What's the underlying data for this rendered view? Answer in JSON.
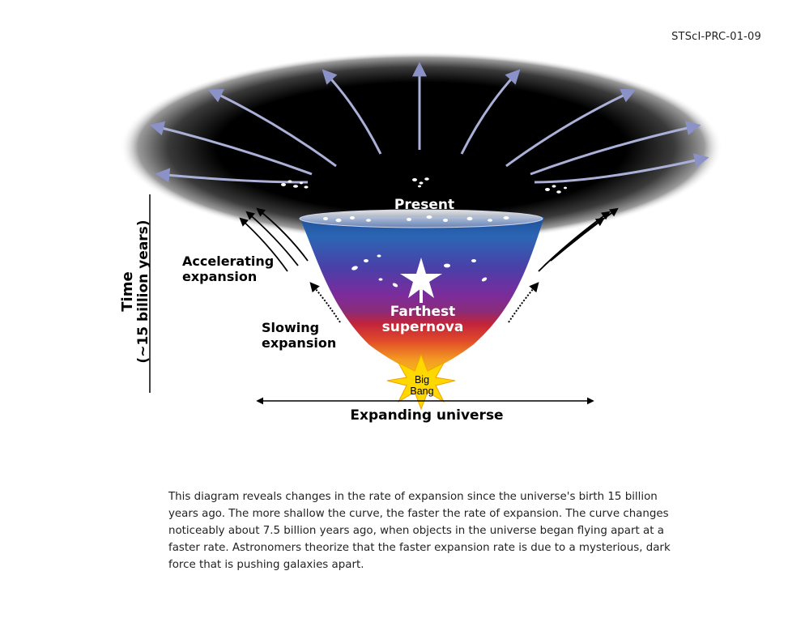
{
  "header": {
    "doc_id": "STScI-PRC-01-09"
  },
  "diagram": {
    "present_label": "Present",
    "supernova_label_line1": "Farthest",
    "supernova_label_line2": "supernova",
    "big_bang_line1": "Big",
    "big_bang_line2": "Bang",
    "accelerating_line1": "Accelerating",
    "accelerating_line2": "expansion",
    "slowing_line1": "Slowing",
    "slowing_line2": "expansion",
    "time_line1": "Time",
    "time_line2": "(~15 billion years)",
    "x_axis_label": "Expanding universe"
  },
  "caption": {
    "lines": [
      "This diagram reveals changes in the rate of expansion since the universe's birth 15 billion",
      "years ago. The more shallow the curve, the faster the rate of expansion. The curve changes",
      "noticeably about 7.5 billion years ago, when objects in the universe began flying apart at a",
      "faster rate. Astronomers theorize that the faster expansion rate is due to a mysterious, dark",
      "force that is pushing galaxies apart."
    ]
  },
  "colors": {
    "space": "#000000",
    "arrow": "#aab0d8",
    "funnel_top": "#2a5fa8",
    "funnel_mid": "#7a2f9a",
    "funnel_low": "#d0202a",
    "funnel_bottom": "#f5c01e",
    "burst": "#ffd800"
  }
}
